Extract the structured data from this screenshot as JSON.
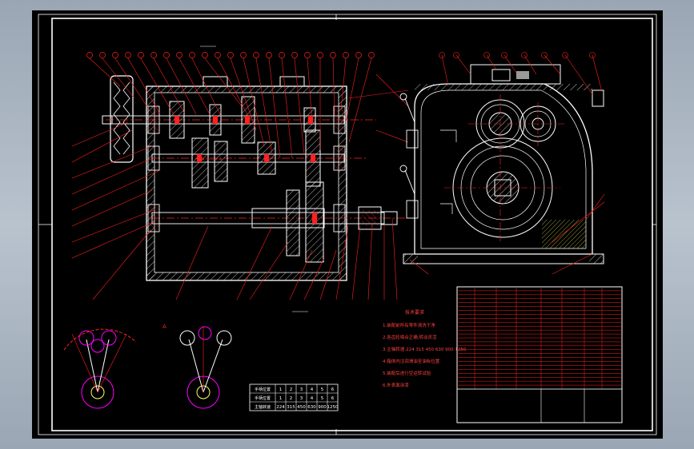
{
  "drawing": {
    "view_label": "A",
    "notes_title": "技术要求",
    "notes_lines": [
      "1.装配前所有零件清洗干净",
      "2.各齿轮啮合正确,转动灵活",
      "3.主轴转速:224 315 450 630 900 1250",
      "4.箱体内注润滑油至油标位置",
      "5.装配后进行空运转试验",
      "6.外表面涂漆"
    ],
    "speed_table": {
      "rows": [
        [
          "手柄位置",
          "1",
          "2",
          "3",
          "4",
          "5",
          "6"
        ],
        [
          "手柄位置",
          "1",
          "2",
          "3",
          "4",
          "5",
          "6"
        ],
        [
          "主轴转速",
          "224",
          "315",
          "450",
          "630",
          "900",
          "1250"
        ]
      ]
    }
  },
  "colors": {
    "drawing_line": "#ffffff",
    "dimension": "#ff2020",
    "accent": "#ff00ff",
    "hatch": "#ffff66",
    "background": "#000000"
  }
}
